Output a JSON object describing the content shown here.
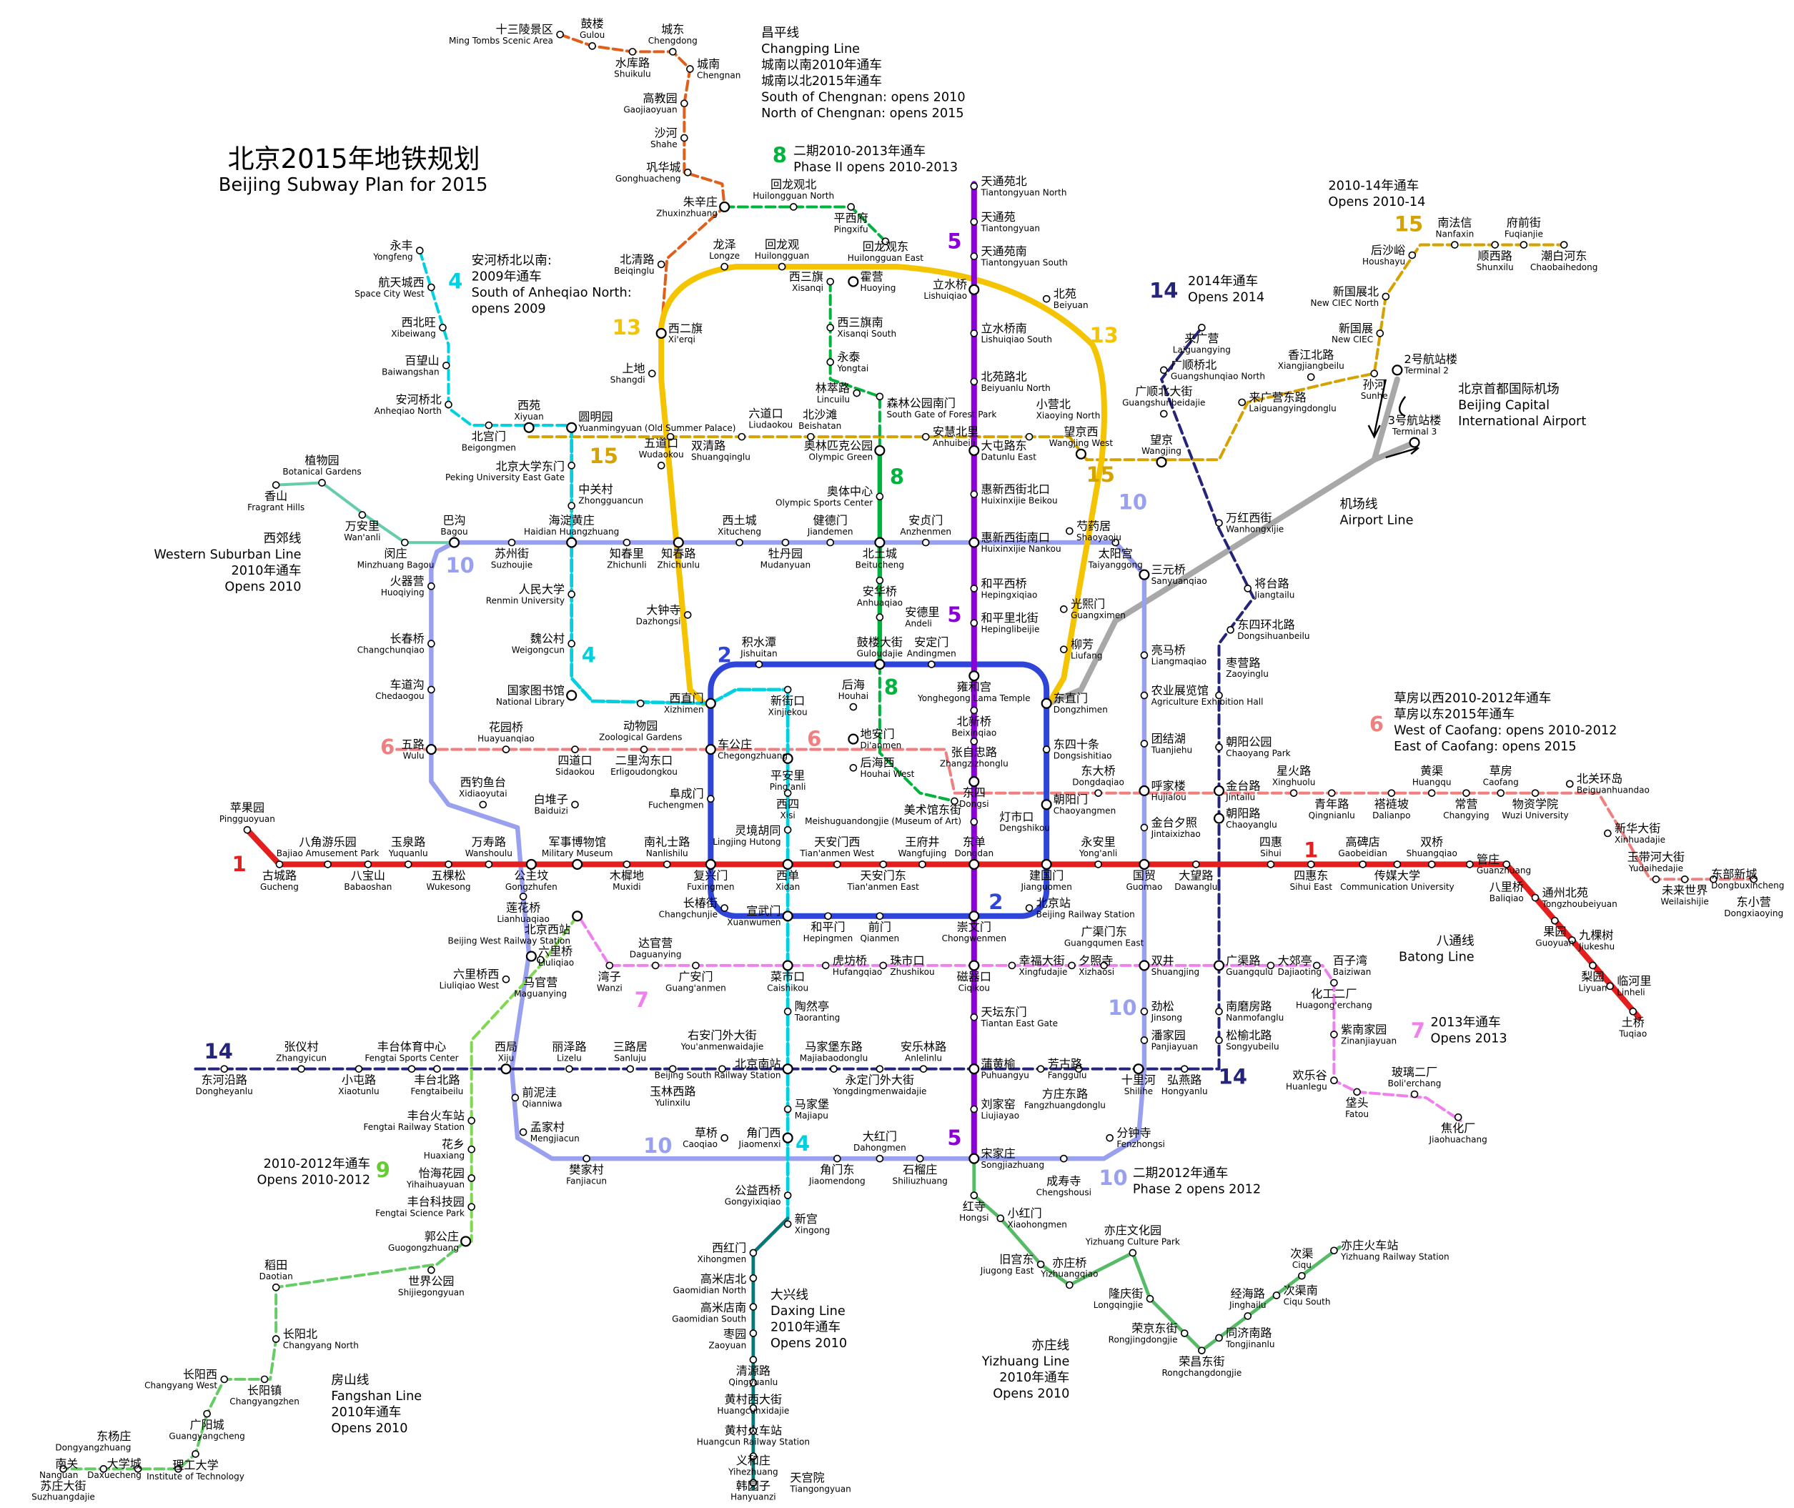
{
  "title": {
    "zh": "北京2015年地铁规划",
    "en": "Beijing Subway Plan for 2015"
  },
  "colors": {
    "line1": "#e41f1f",
    "line2": "#2e45d8",
    "line4": "#00d0e0",
    "line5": "#8b00d8",
    "line6": "#f08080",
    "line7": "#f080f0",
    "line8": "#00b33c",
    "line9": "#80d850",
    "line10": "#9aa0f0",
    "line13": "#f5c400",
    "line14": "#24247a",
    "line15": "#d6a200",
    "changping": "#e0601a",
    "airport": "#a8a8a8",
    "daxing": "#007a7a",
    "yizhuang": "#55bb66",
    "fangshan": "#66cc66",
    "western": "#66ccaa",
    "batong": "#e41f1f"
  },
  "notes": {
    "changping": [
      "昌平线",
      "Changping Line",
      "城南以南2010年通车",
      "城南以北2015年通车",
      "South of Chengnan: opens 2010",
      "North of Chengnan: opens 2015"
    ],
    "line8": [
      "二期2010-2013年通车",
      "Phase II opens 2010-2013"
    ],
    "line4": [
      "安河桥北以南:",
      "2009年通车",
      "South of Anheqiao North:",
      "opens 2009"
    ],
    "line15": [
      "2010-14年通车",
      "Opens 2010-14"
    ],
    "line14": [
      "2014年通车",
      "Opens 2014"
    ],
    "airport_name": [
      "北京首都国际机场",
      "Beijing Capital",
      "International Airport"
    ],
    "airport_line": [
      "机场线",
      "Airport Line"
    ],
    "western": [
      "西郊线",
      "Western Suburban Line",
      "2010年通车",
      "Opens 2010"
    ],
    "line6": [
      "草房以西2010-2012年通车",
      "草房以东2015年通车",
      "West of Caofang: opens 2010-2012",
      "East of Caofang: opens 2015"
    ],
    "batong": [
      "八通线",
      "Batong Line"
    ],
    "line7": [
      "2013年通车",
      "Opens 2013"
    ],
    "line9": [
      "2010-2012年通车",
      "Opens 2010-2012"
    ],
    "line10": [
      "二期2012年通车",
      "Phase 2 opens 2012"
    ],
    "daxing": [
      "大兴线",
      "Daxing Line",
      "2010年通车",
      "Opens 2010"
    ],
    "yizhuang": [
      "亦庄线",
      "Yizhuang Line",
      "2010年通车",
      "Opens 2010"
    ],
    "fangshan": [
      "房山线",
      "Fangshan Line",
      "2010年通车",
      "Opens 2010"
    ]
  },
  "badges": [
    "1",
    "1",
    "2",
    "2",
    "4",
    "4",
    "4",
    "5",
    "5",
    "5",
    "6",
    "6",
    "6",
    "7",
    "7",
    "8",
    "8",
    "8",
    "9",
    "10",
    "10",
    "10",
    "10",
    "10",
    "13",
    "13",
    "15",
    "15",
    "15",
    "14",
    "14",
    "14"
  ],
  "stations": {
    "pingguoyuan": [
      "苹果园",
      "Pingguoyuan"
    ],
    "gucheng": [
      "古城路",
      "Gucheng"
    ],
    "bajiao": [
      "八角游乐园",
      "Bajiao Amusement Park"
    ],
    "babaoshan": [
      "八宝山",
      "Babaoshan"
    ],
    "yuquanlu": [
      "玉泉路",
      "Yuquanlu"
    ],
    "wukesong": [
      "五棵松",
      "Wukesong"
    ],
    "wanshoulu": [
      "万寿路",
      "Wanshoulu"
    ],
    "gongzhufen": [
      "公主坟",
      "Gongzhufen"
    ],
    "junbo": [
      "军事博物馆",
      "Military Museum"
    ],
    "muxidi": [
      "木樨地",
      "Muxidi"
    ],
    "nanlishilu": [
      "南礼士路",
      "Nanlishilu"
    ],
    "fuxingmen": [
      "复兴门",
      "Fuxingmen"
    ],
    "xidan": [
      "西单",
      "Xidan"
    ],
    "tamw": [
      "天安门西",
      "Tian'anmen West"
    ],
    "tame": [
      "天安门东",
      "Tian'anmen East"
    ],
    "wangfujing": [
      "王府井",
      "Wangfujing"
    ],
    "dongdan": [
      "东单",
      "Dongdan"
    ],
    "jianguomen": [
      "建国门",
      "Jianguomen"
    ],
    "yonganli": [
      "永安里",
      "Yong'anli"
    ],
    "guomao": [
      "国贸",
      "Guomao"
    ],
    "dawanglu": [
      "大望路",
      "Dawanglu"
    ],
    "sihui": [
      "四惠",
      "Sihui"
    ],
    "sihuie": [
      "四惠东",
      "Sihui East"
    ],
    "gaobeidian": [
      "高碑店",
      "Gaobeidian"
    ],
    "cuc": [
      "传媒大学",
      "Communication University"
    ],
    "shuangqiao": [
      "双桥",
      "Shuangqiao"
    ],
    "guanzhuang": [
      "管庄",
      "Guanzhuang"
    ],
    "baliqiao": [
      "八里桥",
      "Baliqiao"
    ],
    "tzby": [
      "通州北苑",
      "Tongzhoubeiyuan"
    ],
    "guoyuan": [
      "果园",
      "Guoyuan"
    ],
    "jiukeshu": [
      "九棵树",
      "Jiukeshu"
    ],
    "liyuan": [
      "梨园",
      "Liyuan"
    ],
    "linheli": [
      "临河里",
      "Linheli"
    ],
    "tuqiao": [
      "土桥",
      "Tuqiao"
    ],
    "xizhimen": [
      "西直门",
      "Xizhimen"
    ],
    "jishuitan": [
      "积水潭",
      "Jishuitan"
    ],
    "guloudajie": [
      "鼓楼大街",
      "Guloudajie"
    ],
    "andingmen": [
      "安定门",
      "Andingmen"
    ],
    "yonghegong": [
      "雍和宫",
      "Yonghegong Lama Temple"
    ],
    "dongzhimen": [
      "东直门",
      "Dongzhimen"
    ],
    "dongsishitiao": [
      "东四十条",
      "Dongsishitiao"
    ],
    "chaoyangmen": [
      "朝阳门",
      "Chaoyangmen"
    ],
    "bjzhan": [
      "北京站",
      "Beijing Railway Station"
    ],
    "chongwenmen": [
      "崇文门",
      "Chongwenmen"
    ],
    "qianmen": [
      "前门",
      "Qianmen"
    ],
    "hepingmen": [
      "和平门",
      "Hepingmen"
    ],
    "xuanwumen": [
      "宣武门",
      "Xuanwumen"
    ],
    "changchunjie": [
      "长椿街",
      "Changchunjie"
    ],
    "chegongzhuang": [
      "车公庄",
      "Chegongzhuang"
    ],
    "fuchengmen": [
      "阜成门",
      "Fuchengmen"
    ],
    "ttyn": [
      "天通苑北",
      "Tiantongyuan North"
    ],
    "tty": [
      "天通苑",
      "Tiantongyuan"
    ],
    "ttys": [
      "天通苑南",
      "Tiantongyuan South"
    ],
    "lishuiqiao": [
      "立水桥",
      "Lishuiqiao"
    ],
    "lsqs": [
      "立水桥南",
      "Lishuiqiao South"
    ],
    "bylb": [
      "北苑路北",
      "Beiyuanlu North"
    ],
    "dtld": [
      "大屯路东",
      "Datunlu East"
    ],
    "hxxjbk": [
      "惠新西街北口",
      "Huixinxijie Beikou"
    ],
    "hxxjnk": [
      "惠新西街南口",
      "Huixinxijie Nankou"
    ],
    "hpxq": [
      "和平西桥",
      "Hepingxiqiao"
    ],
    "hplbj": [
      "和平里北街",
      "Hepinglibeijie"
    ],
    "beixinqiao": [
      "北新桥",
      "Beixinqiao"
    ],
    "zzzl": [
      "张自忠路",
      "Zhangzizhonglu"
    ],
    "dongsi": [
      "东四",
      "Dongsi"
    ],
    "dengshikou": [
      "灯市口",
      "Dengshikou"
    ],
    "ciqikou": [
      "磁器口",
      "Ciqikou"
    ],
    "ttdm": [
      "天坛东门",
      "Tiantan East Gate"
    ],
    "puhuangyu": [
      "蒲黄榆",
      "Puhuangyu"
    ],
    "liujiayao": [
      "刘家窑",
      "Liujiayao"
    ],
    "songjiazhuang": [
      "宋家庄",
      "Songjiazhuang"
    ],
    "huilongguan": [
      "回龙观",
      "Huilongguan"
    ],
    "longze": [
      "龙泽",
      "Longze"
    ],
    "xierqi": [
      "西二旗",
      "Xi'erqi"
    ],
    "shangdi": [
      "上地",
      "Shangdi"
    ],
    "wudaokou": [
      "五道口",
      "Wudaokou"
    ],
    "zhichunlu": [
      "知春路",
      "Zhichunlu"
    ],
    "dazhongsi": [
      "大钟寺",
      "Dazhongsi"
    ],
    "huoying": [
      "霍营",
      "Huoying"
    ],
    "beiyuan": [
      "北苑",
      "Beiyuan"
    ],
    "wangjingw": [
      "望京西",
      "Wangjing West"
    ],
    "shaoyaoju": [
      "芍药居",
      "Shaoyaoju"
    ],
    "guangximen": [
      "光熙门",
      "Guangximen"
    ],
    "liufang": [
      "柳芳",
      "Liufang"
    ],
    "bagou": [
      "巴沟",
      "Bagou"
    ],
    "suzhoujie": [
      "苏州街",
      "Suzhoujie"
    ],
    "hdhz": [
      "海淀黄庄",
      "Haidian Huangzhuang"
    ],
    "zhichunli": [
      "知春里",
      "Zhichunli"
    ],
    "xitucheng": [
      "西土城",
      "Xitucheng"
    ],
    "mudanyuan": [
      "牡丹园",
      "Mudanyuan"
    ],
    "jiandemen": [
      "健德门",
      "Jiandemen"
    ],
    "beitucheng": [
      "北土城",
      "Beitucheng"
    ],
    "anzhenmen": [
      "安贞门",
      "Anzhenmen"
    ],
    "taiyanggong": [
      "太阳宫",
      "Taiyanggong"
    ],
    "sanyuanqiao": [
      "三元桥",
      "Sanyuanqiao"
    ],
    "liangmaqiao": [
      "亮马桥",
      "Liangmaqiao"
    ],
    "nongzhan": [
      "农业展览馆",
      "Agriculture Exhibition Hall"
    ],
    "tuanjiehu": [
      "团结湖",
      "Tuanjiehu"
    ],
    "hujialou": [
      "呼家楼",
      "Hujialou"
    ],
    "jtxz": [
      "金台夕照",
      "Jintaixizhao"
    ],
    "shuangjing": [
      "双井",
      "Shuangjing"
    ],
    "jinsong": [
      "劲松",
      "Jinsong"
    ],
    "panjiayuan": [
      "潘家园",
      "Panjiayuan"
    ],
    "shilihe": [
      "十里河",
      "Shilihe"
    ],
    "fenzhongsi": [
      "分钟寺",
      "Fenzhongsi"
    ],
    "chengshousi": [
      "成寿寺",
      "Chengshousi"
    ],
    "shiliuzhuang": [
      "石榴庄",
      "Shiliuzhuang"
    ],
    "dahongmen": [
      "大红门",
      "Dahongmen"
    ],
    "jiaomene": [
      "角门东",
      "Jiaomendong"
    ],
    "jiaomenw": [
      "角门西",
      "Jiaomenxi"
    ],
    "caoqiao": [
      "草桥",
      "Caoqiao"
    ],
    "fanjiacun": [
      "樊家村",
      "Fanjiacun"
    ],
    "mengjiacun": [
      "孟家村",
      "Mengjiacun"
    ],
    "qianniwa": [
      "前泥洼",
      "Qianniwa"
    ],
    "xiju": [
      "西局",
      "Xiju"
    ],
    "lianhuaqiao": [
      "莲花桥",
      "Lianhuaqiao"
    ],
    "liuliqiao": [
      "六里桥",
      "Liuliqiao"
    ],
    "wulu": [
      "五路",
      "Wulu"
    ],
    "chedaogou": [
      "车道沟",
      "Chedaogou"
    ],
    "changchunqiao": [
      "长春桥",
      "Changchunqiao"
    ],
    "huoqiying": [
      "火器营",
      "Huoqiying"
    ],
    "yongfeng": [
      "永丰",
      "Yongfeng"
    ],
    "htcx": [
      "航天城西",
      "Space City West"
    ],
    "xibeiwang": [
      "西北旺",
      "Xibeiwang"
    ],
    "baiwangshan": [
      "百望山",
      "Baiwangshan"
    ],
    "ahqb": [
      "安河桥北",
      "Anheqiao North"
    ],
    "beigongmen": [
      "北宫门",
      "Beigongmen"
    ],
    "xiyuan": [
      "西苑",
      "Xiyuan"
    ],
    "yuanmingyuan": [
      "圆明园",
      "Yuanmingyuan (Old Summer Palace)"
    ],
    "pkueg": [
      "北京大学东门",
      "Peking University East Gate"
    ],
    "zhongguancun": [
      "中关村",
      "Zhongguancun"
    ],
    "renda": [
      "人民大学",
      "Renmin University"
    ],
    "weigongcun": [
      "魏公村",
      "Weigongcun"
    ],
    "guotu": [
      "国家图书馆",
      "National Library"
    ],
    "dongwuyuan": [
      "动物园",
      "Zoological Gardens"
    ],
    "xinjiekou": [
      "新街口",
      "Xinjiekou"
    ],
    "pinganli": [
      "平安里",
      "Ping'anli"
    ],
    "xisi": [
      "西四",
      "Xisi"
    ],
    "ljht": [
      "灵境胡同",
      "Lingjing Hutong"
    ],
    "caishikou": [
      "菜市口",
      "Caishikou"
    ],
    "taoranting": [
      "陶然亭",
      "Taoranting"
    ],
    "bjnz": [
      "北京南站",
      "Beijing South Railway Station"
    ],
    "majiapu": [
      "马家堡",
      "Majiapu"
    ],
    "gyxq": [
      "公益西桥",
      "Gongyixiqiao"
    ],
    "xingong": [
      "新宫",
      "Xingong"
    ],
    "xihongmen": [
      "西红门",
      "Xihongmen"
    ],
    "gmdn": [
      "高米店北",
      "Gaomidian North"
    ],
    "gmds": [
      "高米店南",
      "Gaomidian South"
    ],
    "zaoyuan": [
      "枣园",
      "Zaoyuan"
    ],
    "qingyuanlu": [
      "清源路",
      "Qingyuanlu"
    ],
    "hcxdj": [
      "黄村西大街",
      "Huangcunxidajie"
    ],
    "hchcz": [
      "黄村火车站",
      "Huangcun Railway Station"
    ],
    "yihezhuang": [
      "义和庄",
      "Yihezhuang"
    ],
    "hanyuanzi": [
      "韩园子",
      "Hanyuanzi"
    ],
    "tiangongyuan": [
      "天宫院",
      "Tiangongyuan"
    ],
    "zhuxinzhuang": [
      "朱辛庄",
      "Zhuxinzhuang"
    ],
    "hlgb": [
      "回龙观北",
      "Huilongguan North"
    ],
    "pingxifu": [
      "平西府",
      "Pingxifu"
    ],
    "hlgd": [
      "回龙观东",
      "Huilongguan East"
    ],
    "xisanqi": [
      "西三旗",
      "Xisanqi"
    ],
    "xsqn": [
      "西三旗南",
      "Xisanqi South"
    ],
    "yongtai": [
      "永泰",
      "Yongtai"
    ],
    "lincuilu": [
      "林萃路",
      "Lincuilu"
    ],
    "slgynm": [
      "森林公园南门",
      "South Gate of Forest Park"
    ],
    "aolin": [
      "奥林匹克公园",
      "Olympic Green"
    ],
    "aoti": [
      "奥体中心",
      "Olympic Sports Center"
    ],
    "anhuaqiao": [
      "安华桥",
      "Anhuaqiao"
    ],
    "andeli": [
      "安德里",
      "Andeli"
    ],
    "houhai": [
      "后海",
      "Houhai"
    ],
    "dianmen": [
      "地安门",
      "Di'anmen"
    ],
    "houhaiw": [
      "后海西",
      "Houhai West"
    ],
    "meishuguan": [
      "美术馆东街",
      "Meishuguandongjie (Museum of Art)"
    ],
    "shuangqinglu": [
      "双清路",
      "Shuangqinglu"
    ],
    "liudaokou": [
      "六道口",
      "Liudaokou"
    ],
    "beishatan": [
      "北沙滩",
      "Beishatan"
    ],
    "anhuibeili": [
      "安慧北里",
      "Anhuibeili"
    ],
    "xiaoyingb": [
      "小营北",
      "Xiaoying North"
    ],
    "wangjing": [
      "望京",
      "Wangjing"
    ],
    "lgydl": [
      "来广营东路",
      "Laiguangyingdonglu"
    ],
    "xjbl": [
      "香江北路",
      "Xiangjiangbeilu"
    ],
    "sunhe": [
      "孙河",
      "Sunhe"
    ],
    "xinguozhan": [
      "新国展",
      "New CIEC"
    ],
    "xgzb": [
      "新国展北",
      "New CIEC North"
    ],
    "houshayu": [
      "后沙峪",
      "Houshayu"
    ],
    "nanfaxin": [
      "南法信",
      "Nanfaxin"
    ],
    "shunxilu": [
      "顺西路",
      "Shunxilu"
    ],
    "fuqianjie": [
      "府前街",
      "Fuqianjie"
    ],
    "cbhd": [
      "潮白河东",
      "Chaobaihedong"
    ],
    "dongheyanlu": [
      "东河沿路",
      "Dongheyanlu"
    ],
    "zhangyicun": [
      "张仪村",
      "Zhangyicun"
    ],
    "xiaotunlu": [
      "小屯路",
      "Xiaotunlu"
    ],
    "ftty": [
      "丰台体育中心",
      "Fengtai Sports Center"
    ],
    "ftbl": [
      "丰台北路",
      "Fengtaibeilu"
    ],
    "lizelu": [
      "丽泽路",
      "Lizelu"
    ],
    "sanluju": [
      "三路居",
      "Sanluju"
    ],
    "yulinxilu": [
      "玉林西路",
      "Yulinxilu"
    ],
    "yamwdj": [
      "右安门外大街",
      "You'anmenwaidajie"
    ],
    "mjbdl": [
      "马家堡东路",
      "Majiabaodonglu"
    ],
    "ydmwdj": [
      "永定门外大街",
      "Yongdingmenwaidajie"
    ],
    "alll": [
      "安乐林路",
      "Anlelinlu"
    ],
    "fanggulu": [
      "芳古路",
      "Fanggulu"
    ],
    "fzdl": [
      "方庄东路",
      "Fangzhuangdonglu"
    ],
    "hongyanlu": [
      "弘燕路",
      "Hongyanlu"
    ],
    "sybl": [
      "松榆北路",
      "Songyubeilu"
    ],
    "nmfl": [
      "南磨房路",
      "Nanmofanglu"
    ],
    "guangqulu": [
      "广渠路",
      "Guangqulu"
    ],
    "chaoyanglu": [
      "朝阳路",
      "Chaoyanglu"
    ],
    "jintailu": [
      "金台路",
      "Jintailu"
    ],
    "cygy": [
      "朝阳公园",
      "Chaoyang Park"
    ],
    "zaoyinglu": [
      "枣营路",
      "Zaoyinglu"
    ],
    "dshbl": [
      "东四环北路",
      "Dongsihuanbeilu"
    ],
    "jiangtailu": [
      "将台路",
      "Jiangtailu"
    ],
    "whxj": [
      "万红西街",
      "Wanhongxijie"
    ],
    "gsbdj": [
      "广顺北大街",
      "Guangshunbeidajie"
    ],
    "gsqb": [
      "广顺桥北",
      "Guangshunqiao North"
    ],
    "laiguangying": [
      "来广营",
      "Laiguangying"
    ],
    "huayuanqiao": [
      "花园桥",
      "Huayuanqiao"
    ],
    "sidaokou": [
      "四道口",
      "Sidaokou"
    ],
    "elgdk": [
      "二里沟东口",
      "Erligoudongkou"
    ],
    "baiduizi": [
      "白堆子",
      "Baiduizi"
    ],
    "xdyt": [
      "西钓鱼台",
      "Xidiaoyutai"
    ],
    "dongdaqiao": [
      "东大桥",
      "Dongdaqiao"
    ],
    "xinghuolu": [
      "星火路",
      "Xinghuolu"
    ],
    "qingnianlu": [
      "青年路",
      "Qingnianlu"
    ],
    "dalianpo": [
      "褡裢坡",
      "Dalianpo"
    ],
    "huangqu": [
      "黄渠",
      "Huangqu"
    ],
    "changying": [
      "常营",
      "Changying"
    ],
    "caofang": [
      "草房",
      "Caofang"
    ],
    "wuzi": [
      "物资学院",
      "Wuzi University"
    ],
    "bghd": [
      "北关环岛",
      "Beiguanhuandao"
    ],
    "xinhuadajie": [
      "新华大街",
      "Xinhuadajie"
    ],
    "ydhdj": [
      "玉带河大街",
      "Yudaihedajie"
    ],
    "wlsj": [
      "未来世界",
      "Weilaishijie"
    ],
    "dbxc": [
      "东部新城",
      "Dongbuxincheng"
    ],
    "dongxiaoying": [
      "东小营",
      "Dongxiaoying"
    ],
    "wanzi": [
      "湾子",
      "Wanzi"
    ],
    "daguanying": [
      "达官营",
      "Daguanying"
    ],
    "guanganmen": [
      "广安门",
      "Guang'anmen"
    ],
    "hufangqiao": [
      "虎坊桥",
      "Hufangqiao"
    ],
    "zhushikou": [
      "珠市口",
      "Zhushikou"
    ],
    "xfdj": [
      "幸福大街",
      "Xingfudajie"
    ],
    "xizhaosi": [
      "夕照寺",
      "Xizhaosi"
    ],
    "gqmd": [
      "广渠门东",
      "Guangqumen East"
    ],
    "dajiaoting": [
      "大郊亭",
      "Dajiaoting"
    ],
    "baiziwan": [
      "百子湾",
      "Baiziwan"
    ],
    "hgec": [
      "化工二厂",
      "Huagong'erchang"
    ],
    "znjy": [
      "紫南家园",
      "Zinanjiayuan"
    ],
    "huanlegu": [
      "欢乐谷",
      "Huanlegu"
    ],
    "fatou": [
      "垡头",
      "Fatou"
    ],
    "blec": [
      "玻璃二厂",
      "Boli'erchang"
    ],
    "jiaohuachang": [
      "焦化厂",
      "Jiaohuachang"
    ],
    "bjxz": [
      "北京西站",
      "Beijing West Railway Station"
    ],
    "lqqx": [
      "六里桥西",
      "Liuliqiao West"
    ],
    "magy": [
      "马官营",
      "Maguanying"
    ],
    "fthcz": [
      "丰台火车站",
      "Fengtai Railway Station"
    ],
    "huaxiang": [
      "花乡",
      "Huaxiang"
    ],
    "yhhy": [
      "怡海花园",
      "Yihaihuayuan"
    ],
    "ftkjy": [
      "丰台科技园",
      "Fengtai Science Park"
    ],
    "guogongzhuang": [
      "郭公庄",
      "Guogongzhuang"
    ],
    "sjgy": [
      "世界公园",
      "Shijiegongyuan"
    ],
    "daotian": [
      "稻田",
      "Daotian"
    ],
    "cyb": [
      "长阳北",
      "Changyang North"
    ],
    "cyx": [
      "长阳西",
      "Changyang West"
    ],
    "cyz": [
      "长阳镇",
      "Changyangzhen"
    ],
    "gyc": [
      "广阳城",
      "Guangyangcheng"
    ],
    "ligong": [
      "理工大学",
      "Institute of Technology"
    ],
    "daxuecheng": [
      "大学城",
      "Daxuecheng"
    ],
    "dyz": [
      "东杨庄",
      "Dongyangzhuang"
    ],
    "nanguan": [
      "南关",
      "Nanguan"
    ],
    "szdj": [
      "苏庄大街",
      "Suzhuangdajie"
    ],
    "hongsi": [
      "红寺",
      "Hongsi"
    ],
    "xiaohongmen": [
      "小红门",
      "Xiaohongmen"
    ],
    "jiugongd": [
      "旧宫东",
      "Jiugong East"
    ],
    "yzq": [
      "亦庄桥",
      "Yizhuangqiao"
    ],
    "yzwhy": [
      "亦庄文化园",
      "Yizhuang Culture Park"
    ],
    "longqingjie": [
      "隆庆街",
      "Longqingjie"
    ],
    "rjdj": [
      "荣京东街",
      "Rongjingdongjie"
    ],
    "rcdj": [
      "荣昌东街",
      "Rongchangdongjie"
    ],
    "tjnl": [
      "同济南路",
      "Tongjinanlu"
    ],
    "jinghailu": [
      "经海路",
      "Jinghailu"
    ],
    "ciqun": [
      "次渠南",
      "Ciqu South"
    ],
    "ciqu": [
      "次渠",
      "Ciqu"
    ],
    "yzhcz": [
      "亦庄火车站",
      "Yizhuang Railway Station"
    ],
    "mingtombs": [
      "十三陵景区",
      "Ming Tombs Scenic Area"
    ],
    "gulou": [
      "鼓楼",
      "Gulou"
    ],
    "shuikulu": [
      "水库路",
      "Shuikulu"
    ],
    "chengdong": [
      "城东",
      "Chengdong"
    ],
    "chengnan": [
      "城南",
      "Chengnan"
    ],
    "gaojiaoyuan": [
      "高教园",
      "Gaojiaoyuan"
    ],
    "shahe": [
      "沙河",
      "Shahe"
    ],
    "gonghuacheng": [
      "巩华城",
      "Gonghuacheng"
    ],
    "beiqinglu": [
      "北清路",
      "Beiqinglu"
    ],
    "xiangshan": [
      "香山",
      "Fragrant Hills"
    ],
    "zhiwuyuan": [
      "植物园",
      "Botanical Gardens"
    ],
    "wananli": [
      "万安里",
      "Wan'anli"
    ],
    "minzhuang": [
      "闵庄",
      "Minzhuang Bagou"
    ],
    "t2": [
      "2号航站楼",
      "Terminal 2"
    ],
    "t3": [
      "3号航站楼",
      "Terminal 3"
    ]
  }
}
